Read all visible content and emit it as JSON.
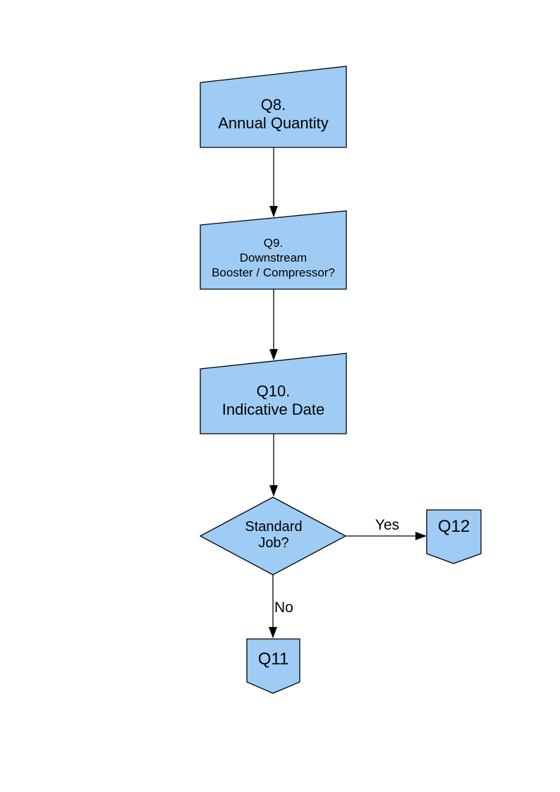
{
  "page": {
    "background_color": "#FFFFFF"
  },
  "flowchart": {
    "colors": {
      "node_fill": "#9FCCF5",
      "node_border": "#000000",
      "connector": "#000000",
      "label_text": "#000000"
    },
    "nodes": {
      "q8": {
        "id": "Q8",
        "shape": "manual-input",
        "label": "Q8.\nAnnual Quantity"
      },
      "q9": {
        "id": "Q9",
        "shape": "manual-input",
        "label": "Q9.\nDownstream\nBooster / Compressor?"
      },
      "q10": {
        "id": "Q10",
        "shape": "manual-input",
        "label": "Q10.\nIndicative Date"
      },
      "decision": {
        "id": "StandardJob",
        "shape": "decision",
        "label": "Standard\nJob?"
      },
      "q12": {
        "id": "Q12",
        "shape": "off-page-connector",
        "label": "Q12"
      },
      "q11": {
        "id": "Q11",
        "shape": "off-page-connector",
        "label": "Q11"
      }
    },
    "edges": [
      {
        "from": "Q8",
        "to": "Q9",
        "label": ""
      },
      {
        "from": "Q9",
        "to": "Q10",
        "label": ""
      },
      {
        "from": "Q10",
        "to": "StandardJob",
        "label": ""
      },
      {
        "from": "StandardJob",
        "to": "Q12",
        "label": "Yes"
      },
      {
        "from": "StandardJob",
        "to": "Q11",
        "label": "No"
      }
    ]
  }
}
